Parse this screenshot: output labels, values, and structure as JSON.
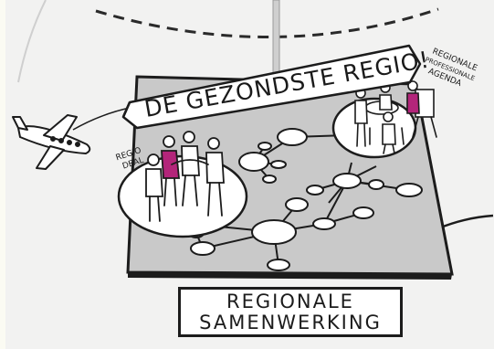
{
  "banner": {
    "text": "DE GEZONDSTE REGIO!"
  },
  "labels": {
    "region_deal": [
      "REGIO",
      "DEAL"
    ],
    "regional_agenda": [
      "REGIONALE",
      "PROFESSIONALE",
      "AGENDA"
    ]
  },
  "sign": {
    "line1": "REGIONALE",
    "line2": "SAMENWERKING"
  },
  "colors": {
    "board": "#c9c9c9",
    "ink": "#1c1c1c",
    "accent_magenta": "#b3257a",
    "background": "#f2f2f1",
    "node_fill": "#ffffff"
  },
  "icons": [
    "airplane-icon",
    "people-group-icon",
    "meeting-group-icon",
    "network-node-icon"
  ]
}
